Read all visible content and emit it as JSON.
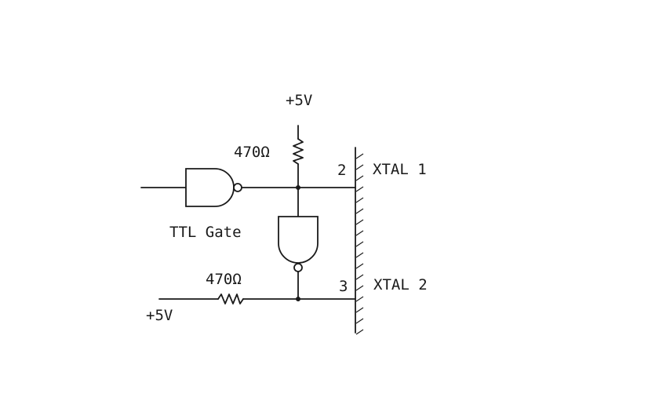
{
  "labels": {
    "supply_top": "+5V",
    "resistor_top": "470Ω",
    "resistor_bottom": "470Ω",
    "supply_bottom": "+5V",
    "gate_label": "TTL Gate",
    "pin_xtal1": "2",
    "pin_xtal2": "3",
    "xtal1": "XTAL 1",
    "xtal2": "XTAL 2"
  },
  "colors": {
    "ink": "#1a1a1a",
    "background": "#ffffff"
  }
}
